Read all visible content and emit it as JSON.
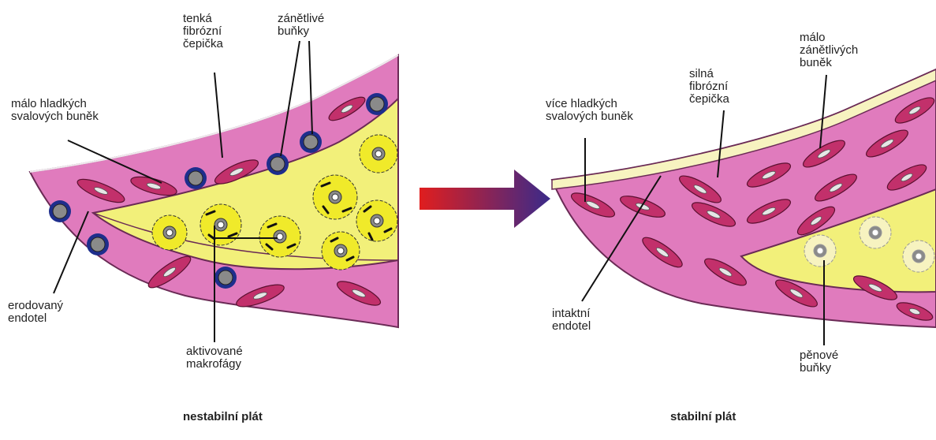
{
  "panels": {
    "unstable": {
      "caption": "nestabilní plát",
      "labels": {
        "thin_cap": "tenká\nfibrózní\nčepička",
        "inflammatory": "zánětlivé\nbuňky",
        "few_smc": "málo hladkých\nsvalových buněk",
        "eroded": "erodovaný\nendotel",
        "macrophages": "aktivované\nmakrofágy"
      }
    },
    "stable": {
      "caption": "stabilní plát",
      "labels": {
        "few_inflammatory": "málo\nzánětlivých\nbuněk",
        "thick_cap": "silná\nfibrózní\nčepička",
        "more_smc": "více hladkých\nsvalových buněk",
        "intact": "intaktní\nendotel",
        "foam": "pěnové\nbuňky"
      }
    }
  },
  "colors": {
    "wall": "#e07bbd",
    "core": "#f2f07a",
    "smooth_muscle": "#c2306b",
    "inflammatory_ring": "#1e2e8c",
    "cell_nucleus": "#8a8a8a",
    "macrophage": "#f0ea2a",
    "foam_cell": "#f7f3c0",
    "arrow_start": "#e01e1e",
    "arrow_end": "#3a2a8a"
  }
}
